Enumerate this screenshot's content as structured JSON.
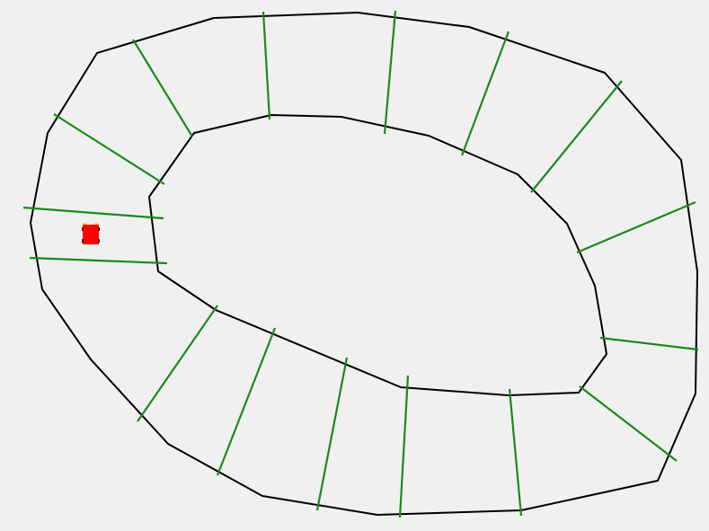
{
  "game": {
    "type": "top-down-racing-track",
    "colors": {
      "background": "#f0f0f0",
      "track_border": "#000000",
      "checkpoint": "#1a8a1a",
      "car_body": "#ff0000",
      "car_headlights": "#ffd400"
    },
    "checkpoint_count": 15,
    "player": {
      "icon": "red-car-icon",
      "facing": "up"
    }
  }
}
